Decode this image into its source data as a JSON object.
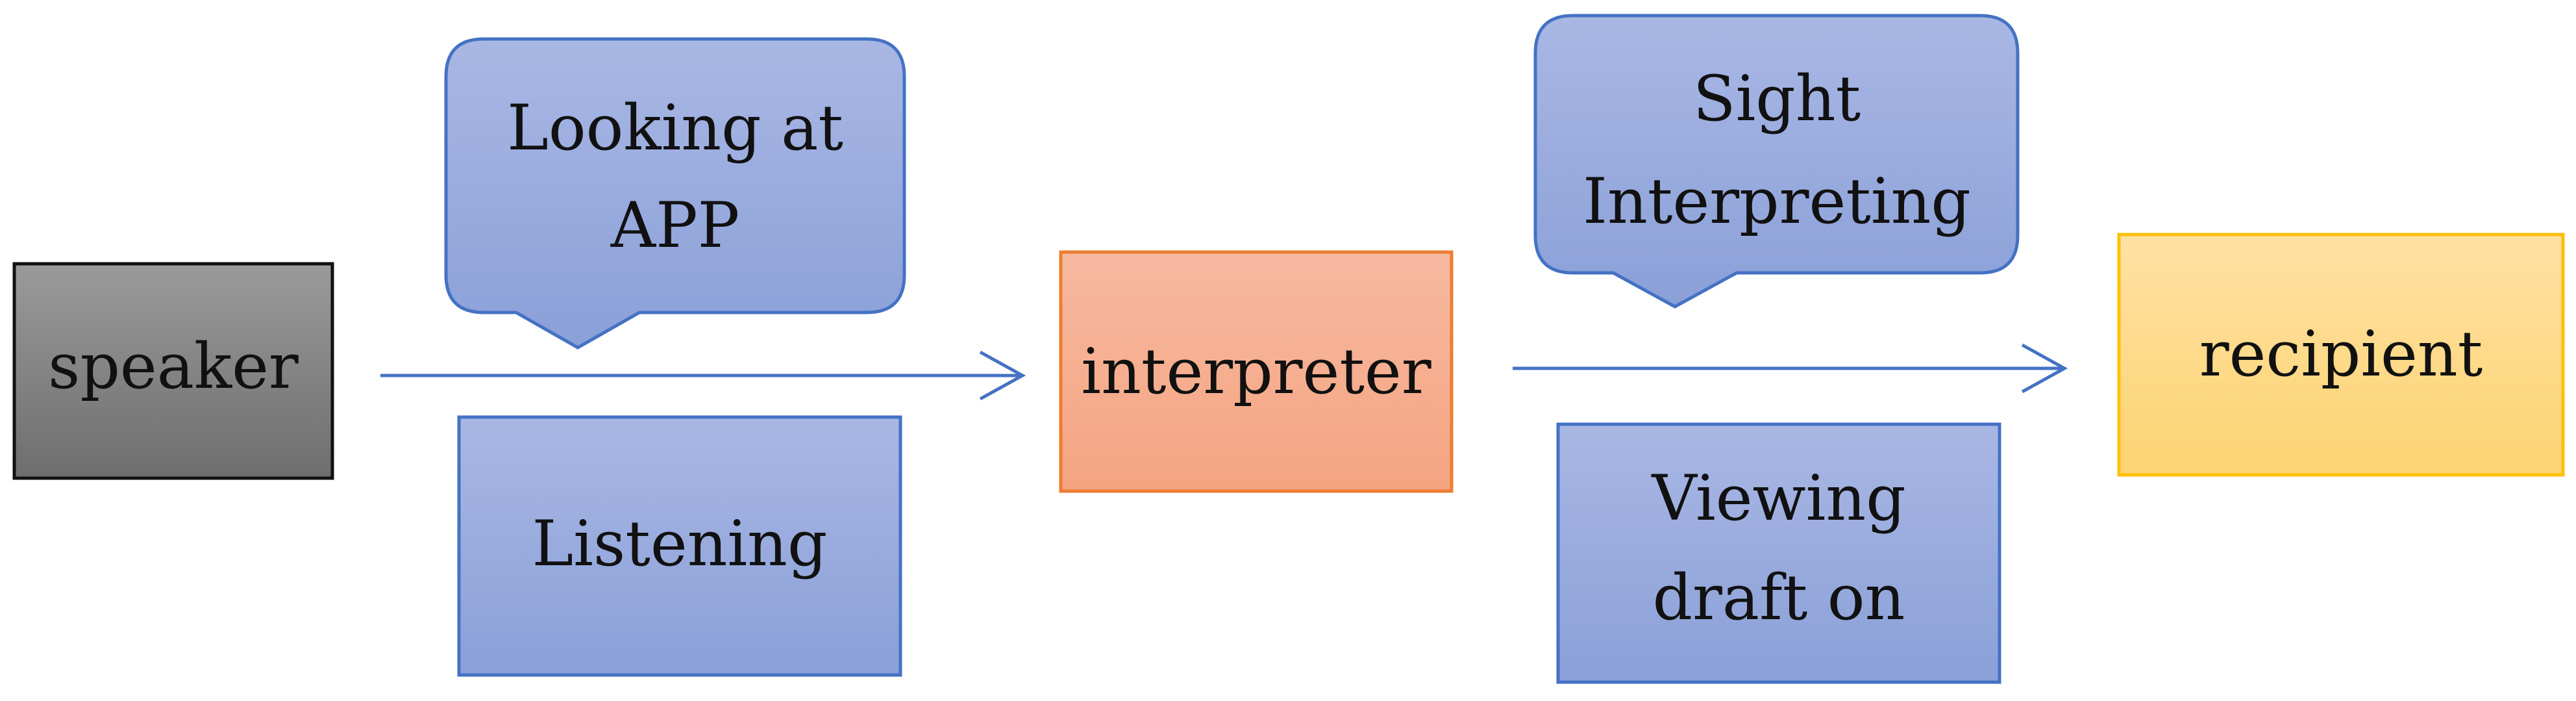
{
  "diagram": {
    "nodes": {
      "speaker": {
        "label": "speaker"
      },
      "interpreter": {
        "label": "interpreter"
      },
      "recipient": {
        "label": "recipient"
      }
    },
    "annotations": {
      "listening": {
        "label": "Listening"
      },
      "looking_at_app": {
        "line1": "Looking at",
        "line2": "APP"
      },
      "viewing_draft": {
        "line1": "Viewing",
        "line2": "draft on"
      },
      "sight_interpreting": {
        "line1": "Sight",
        "line2": "Interpreting"
      }
    },
    "colors": {
      "speaker": "#7a7a7a",
      "interpreter": "#f5a886",
      "recipient": "#fdd57a",
      "annotation_fill": "#94a6db",
      "annotation_stroke": "#4472c4",
      "arrow": "#4472c4"
    }
  }
}
